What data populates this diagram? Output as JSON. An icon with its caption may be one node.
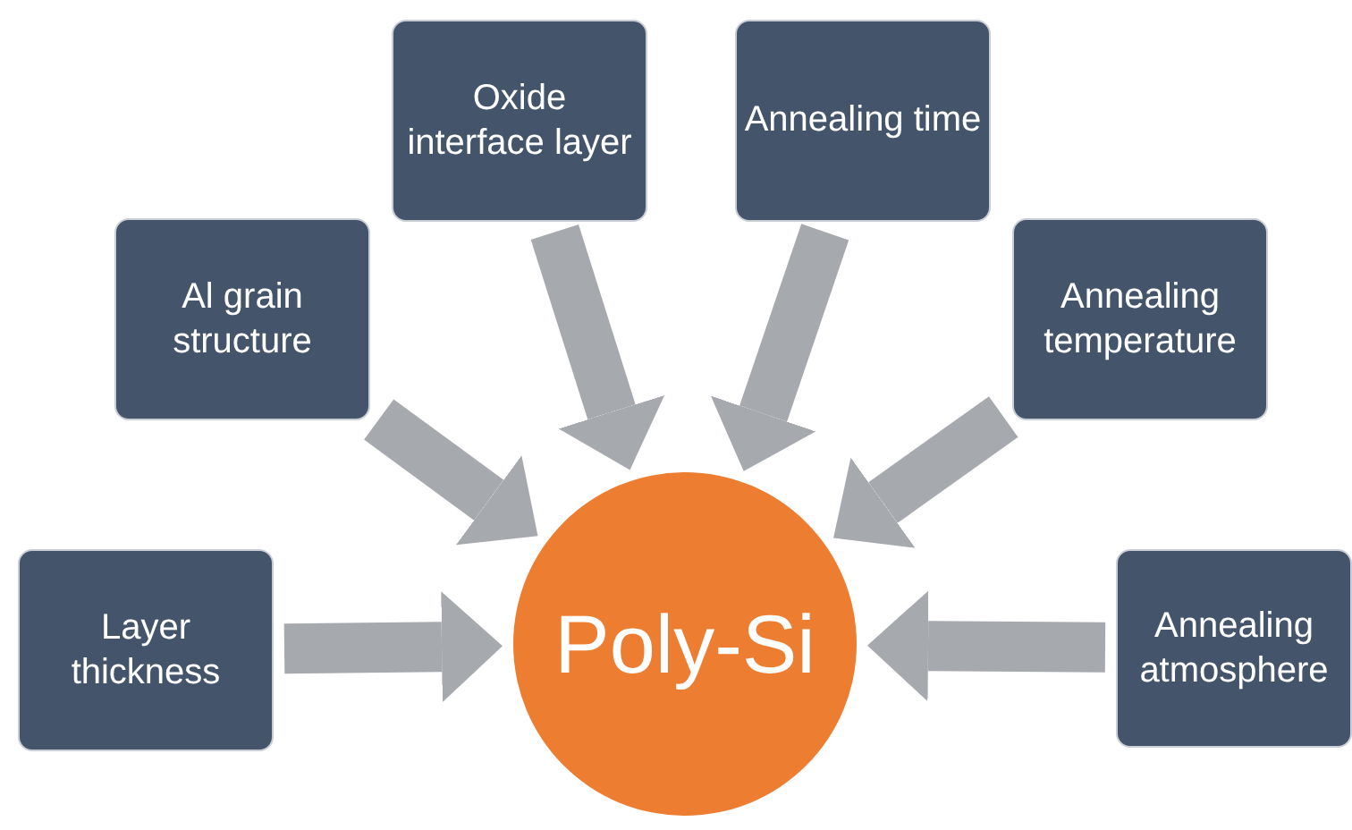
{
  "diagram": {
    "nodes": [
      {
        "text": [
          "Poly-Si"
        ]
      },
      {
        "text": [
          "Layer thickness"
        ]
      },
      {
        "text": [
          "Al grain structure"
        ]
      },
      {
        "text": [
          "Oxide interface layer"
        ]
      },
      {
        "text": [
          "Annealing time"
        ]
      },
      {
        "text": [
          "Annealing temperature"
        ]
      },
      {
        "text": [
          "Annealing atmosphere"
        ]
      }
    ],
    "edges": [
      {
        "from": 1,
        "to": 0,
        "arrow": "to"
      },
      {
        "from": 2,
        "to": 0,
        "arrow": "to"
      },
      {
        "from": 3,
        "to": 0,
        "arrow": "to"
      },
      {
        "from": 4,
        "to": 0,
        "arrow": "to"
      },
      {
        "from": 5,
        "to": 0,
        "arrow": "to"
      },
      {
        "from": 6,
        "to": 0,
        "arrow": "to"
      }
    ]
  }
}
